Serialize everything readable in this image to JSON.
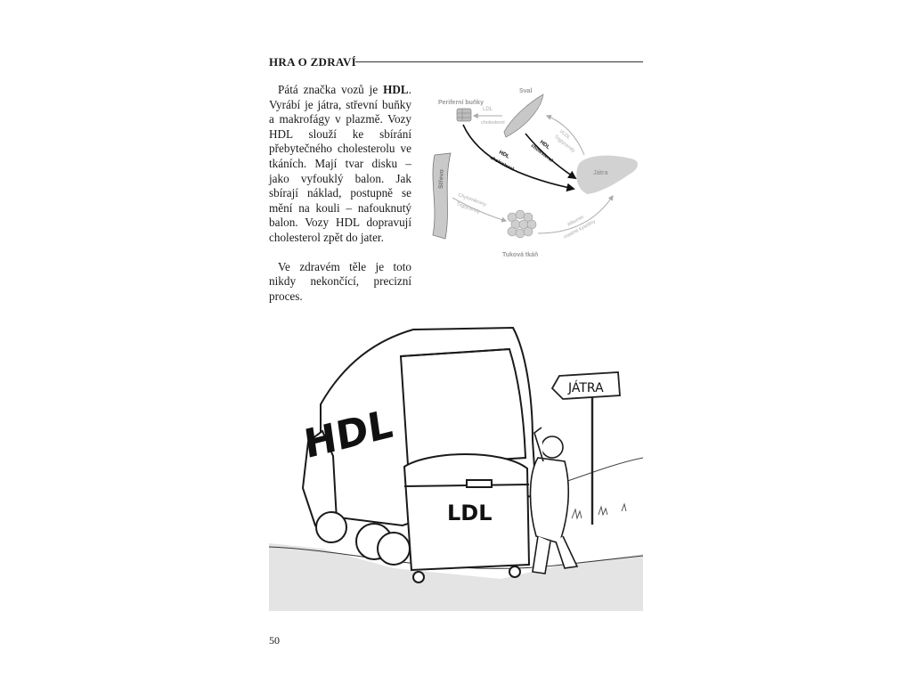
{
  "header": {
    "title": "HRA O ZDRAVÍ"
  },
  "body": {
    "p1_before": "Pátá značka vozů je ",
    "p1_bold": "HDL",
    "p1_after": ". Vyrábí je játra, střevní buňky a makrofágy v plazmě. Vozy HDL slouží ke sbírání přebytečného cholesterolu ve tkáních. Mají tvar disku – jako vyfouklý balon. Jak sbírají náklad, postupně se mění na kouli – nafouknutý balon. Vozy HDL dopravují cholesterol zpět do jater.",
    "p2": "Ve zdravém těle je toto nikdy nekončící, precizní proces."
  },
  "diagram": {
    "periferni": "Periferní buňky",
    "sval": "Sval",
    "jatra": "Játra",
    "strevo": "Střevo",
    "tukova": "Tuková tkáň",
    "ldl_1": "LDL",
    "ldl_2": "cholesterol",
    "vldl_1": "VLDL",
    "vldl_2": "Triglyceridy",
    "hdl_a1": "HDL",
    "hdl_a2": "cholesterol",
    "hdl_b1": "HDL",
    "hdl_b2": "cholesterol",
    "chylo_1": "Chylomikrony",
    "chylo_2": "Triglyceridy",
    "alb_1": "Albumin",
    "alb_2": "mastné kyseliny"
  },
  "cartoon": {
    "truck_label": "HDL",
    "container_label": "LDL",
    "sign_label": "JÁTRA"
  },
  "page_number": "50"
}
